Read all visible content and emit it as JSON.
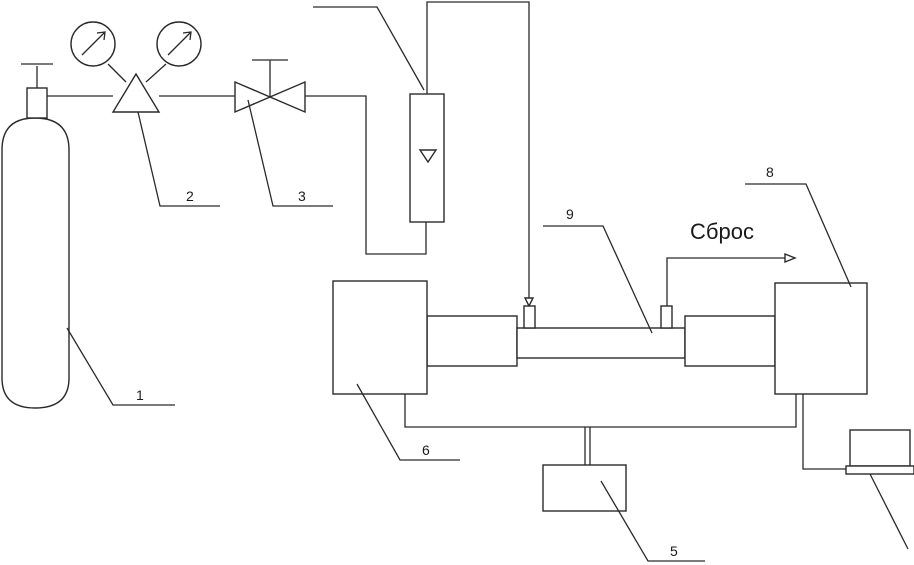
{
  "labels": {
    "cylinder": "1",
    "reducer": "2",
    "valve": "3",
    "box_left": "6",
    "controller": "5",
    "box_right": "8",
    "tube": "9",
    "exhaust": "Сброс"
  },
  "colors": {
    "ink": "#2a2a2a",
    "background": "#ffffff"
  },
  "icons": {
    "gauge": "gauge-icon",
    "valve": "valve-icon",
    "rotameter_float": "triangle-down-icon",
    "exhaust_arrow": "arrow-right-icon",
    "computer": "computer-icon"
  }
}
